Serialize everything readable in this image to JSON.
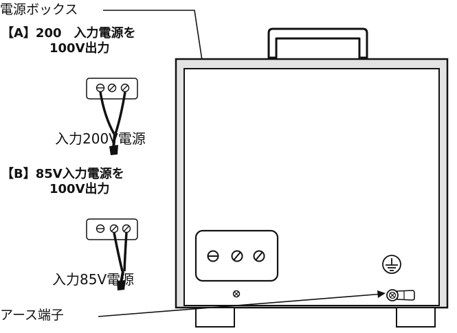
{
  "labels": {
    "power_box": "電源ボックス",
    "section_a_line1": "【A】200　入力電源を",
    "section_a_line2": "100V出力",
    "input_a": "入力200V電源",
    "section_b_line1": "【B】85V入力電源を",
    "section_b_line2": "100V出力",
    "input_b": "入力85V電源",
    "ground_terminal": "アース端子"
  },
  "colors": {
    "ink": "#111111",
    "background": "#ffffff"
  }
}
